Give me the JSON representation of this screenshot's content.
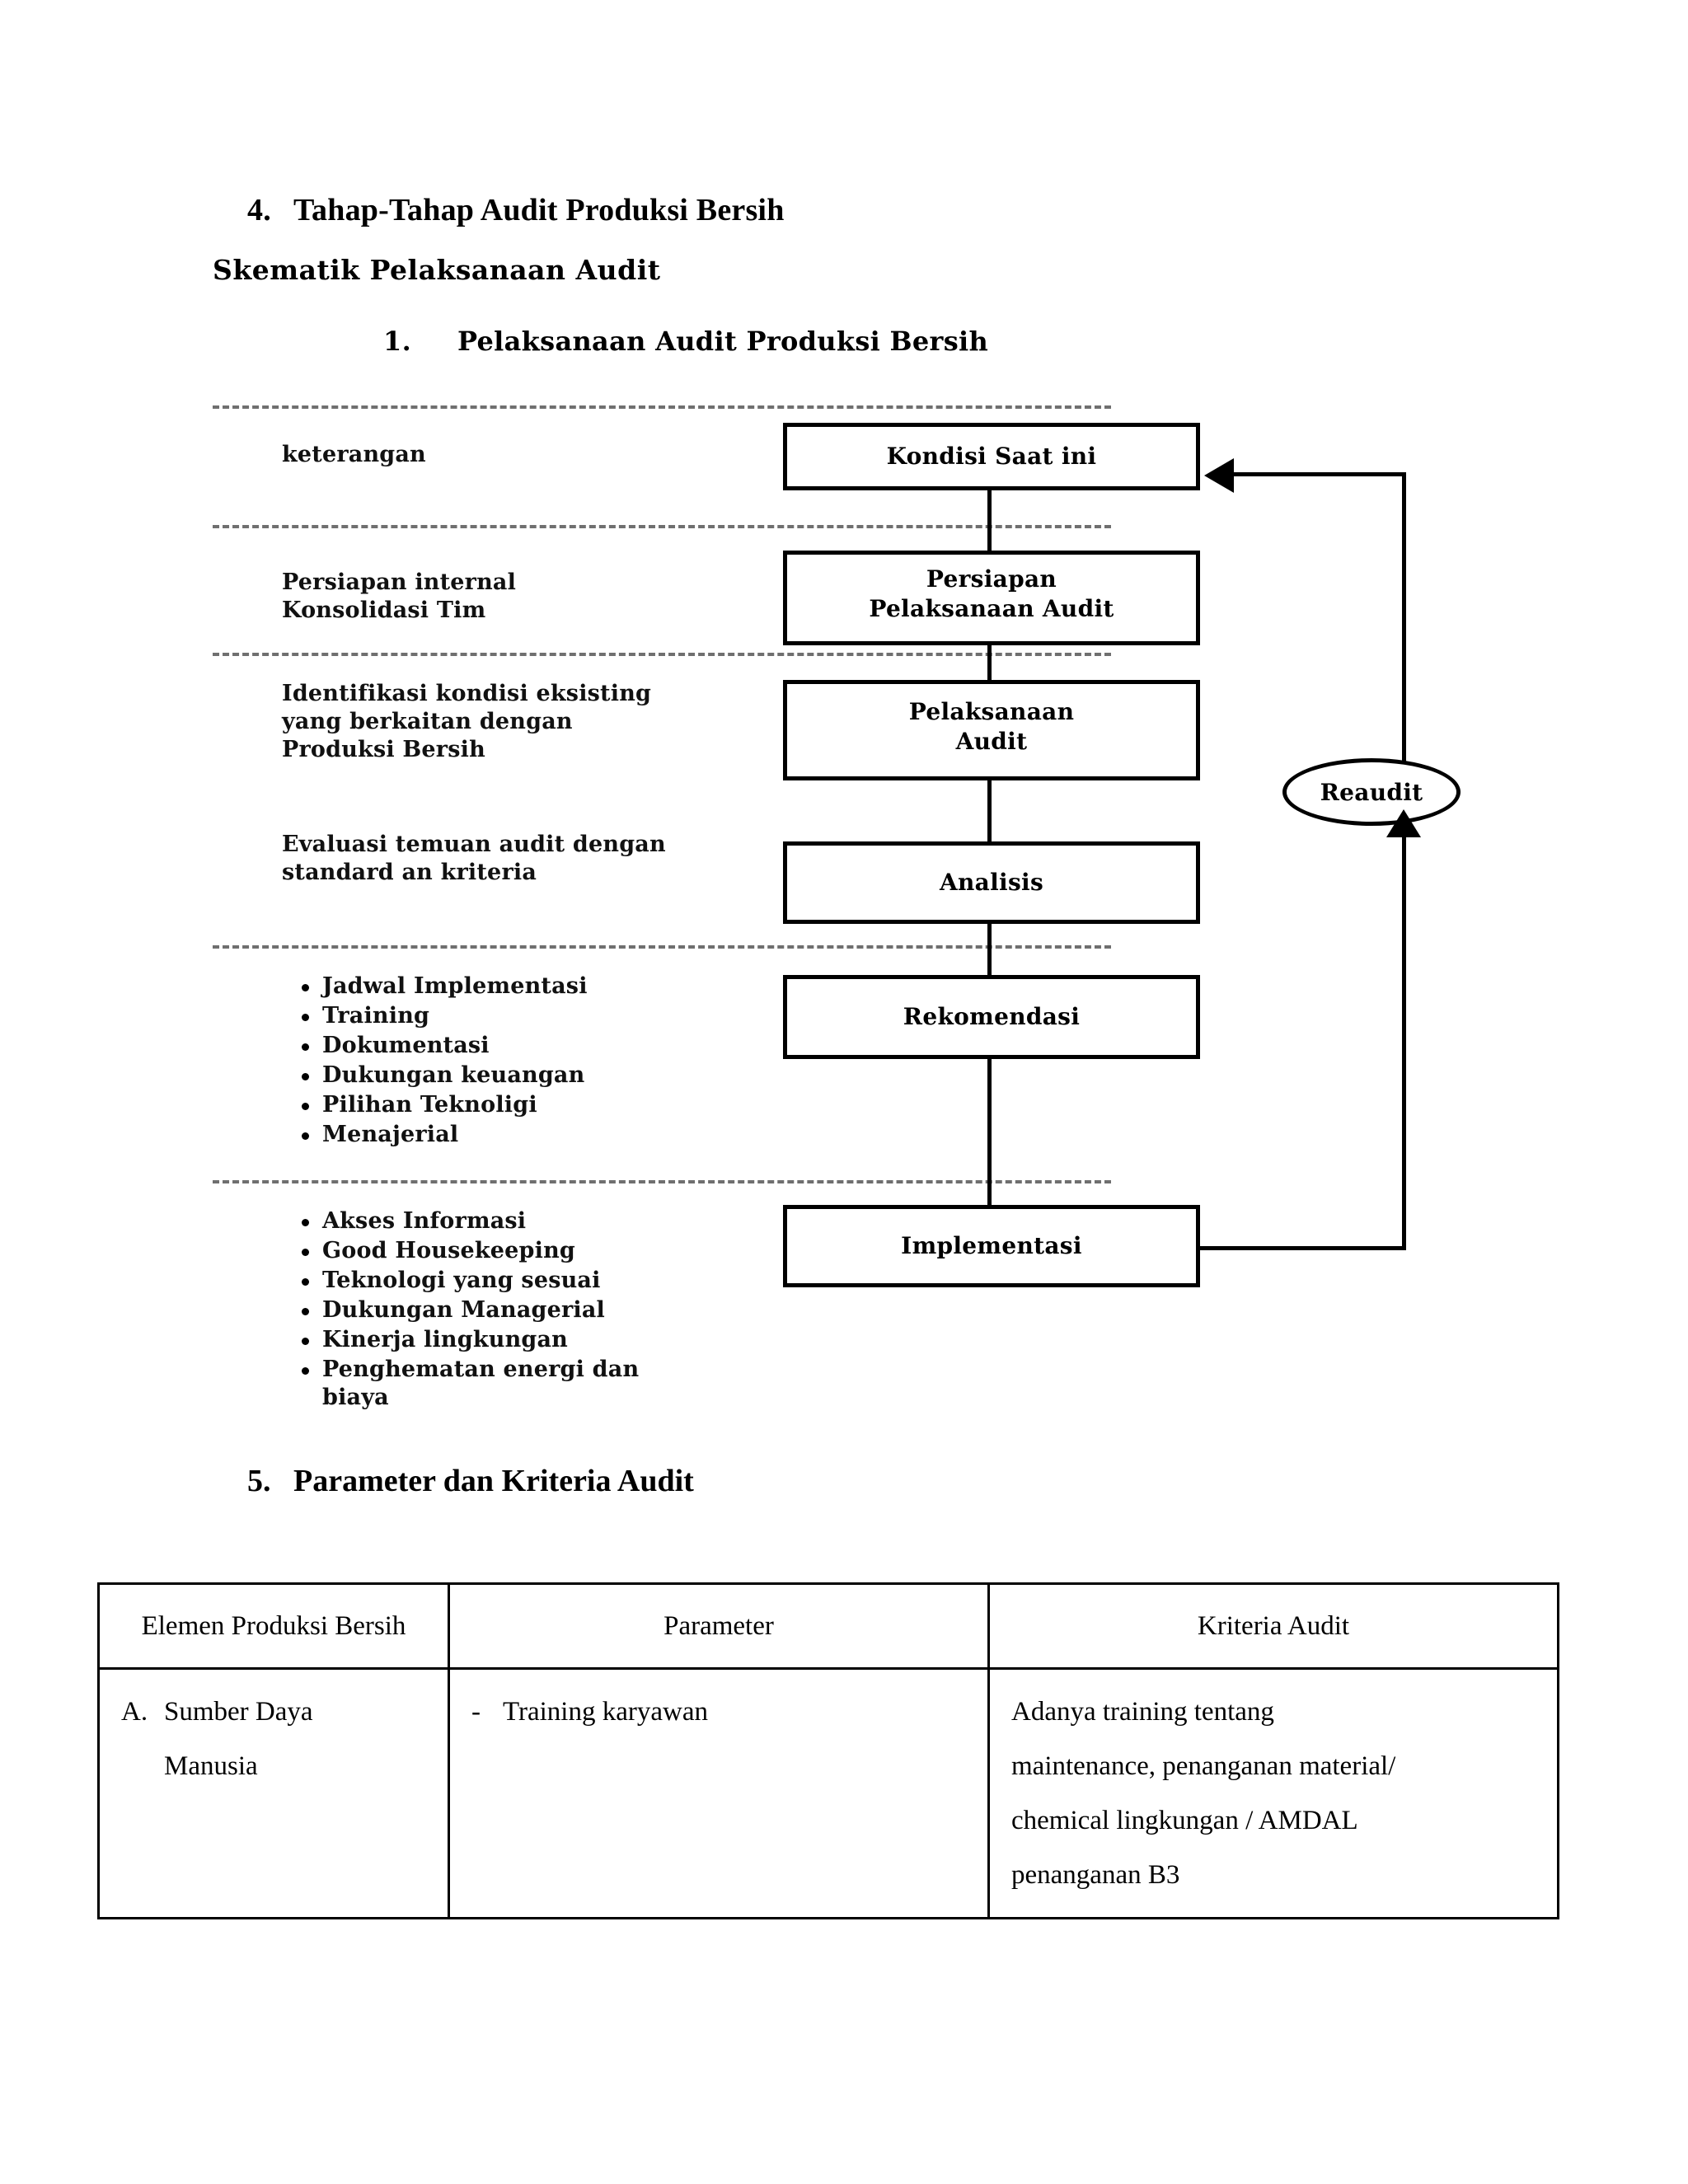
{
  "document": {
    "section_4": {
      "number": "4.",
      "title": "Tahap-Tahap Audit Produksi Bersih"
    },
    "skematik_label": "Skematik Pelaksanaan Audit",
    "sub_item": {
      "number": "1.",
      "title": "Pelaksanaan Audit Produksi Bersih"
    },
    "section_5": {
      "number": "5.",
      "title": "Parameter dan Kriteria Audit"
    }
  },
  "diagram": {
    "notes": [
      {
        "lines": [
          "keterangan"
        ]
      },
      {
        "lines": [
          "Persiapan internal",
          "Konsolidasi Tim"
        ]
      },
      {
        "lines": [
          "Identifikasi kondisi eksisting",
          "yang berkaitan dengan",
          "Produksi Bersih"
        ]
      },
      {
        "lines": [
          "Evaluasi temuan audit dengan",
          "standard an kriteria"
        ]
      }
    ],
    "bullet_group_1": [
      "Jadwal Implementasi",
      "Training",
      "Dokumentasi",
      "Dukungan keuangan",
      "Pilihan Teknoligi",
      "Menajerial"
    ],
    "bullet_group_2": [
      "Akses Informasi",
      "Good Housekeeping",
      "Teknologi yang sesuai",
      "Dukungan Managerial",
      "Kinerja lingkungan",
      "Penghematan energi dan biaya"
    ],
    "boxes": [
      {
        "label": "Kondisi Saat ini"
      },
      {
        "label": "Persiapan Pelaksanaan Audit"
      },
      {
        "label": "Pelaksanaan Audit"
      },
      {
        "label": "Analisis"
      },
      {
        "label": "Rekomendasi"
      },
      {
        "label": "Implementasi"
      }
    ],
    "feedback_node": {
      "label": "Reaudit"
    }
  },
  "table": {
    "headers": [
      "Elemen Produksi Bersih",
      "Parameter",
      "Kriteria Audit"
    ],
    "rows": [
      {
        "element_index": "A.",
        "element_line1": "Sumber Daya",
        "element_line2": "Manusia",
        "parameter_marker": "-",
        "parameter": "Training karyawan",
        "criteria_lines": [
          "Adanya training tentang",
          "maintenance, penanganan material/",
          "chemical lingkungan / AMDAL",
          "penanganan B3"
        ]
      }
    ]
  },
  "colors": {
    "ink": "#000000",
    "dashed_rule": "#6f6f6f"
  }
}
